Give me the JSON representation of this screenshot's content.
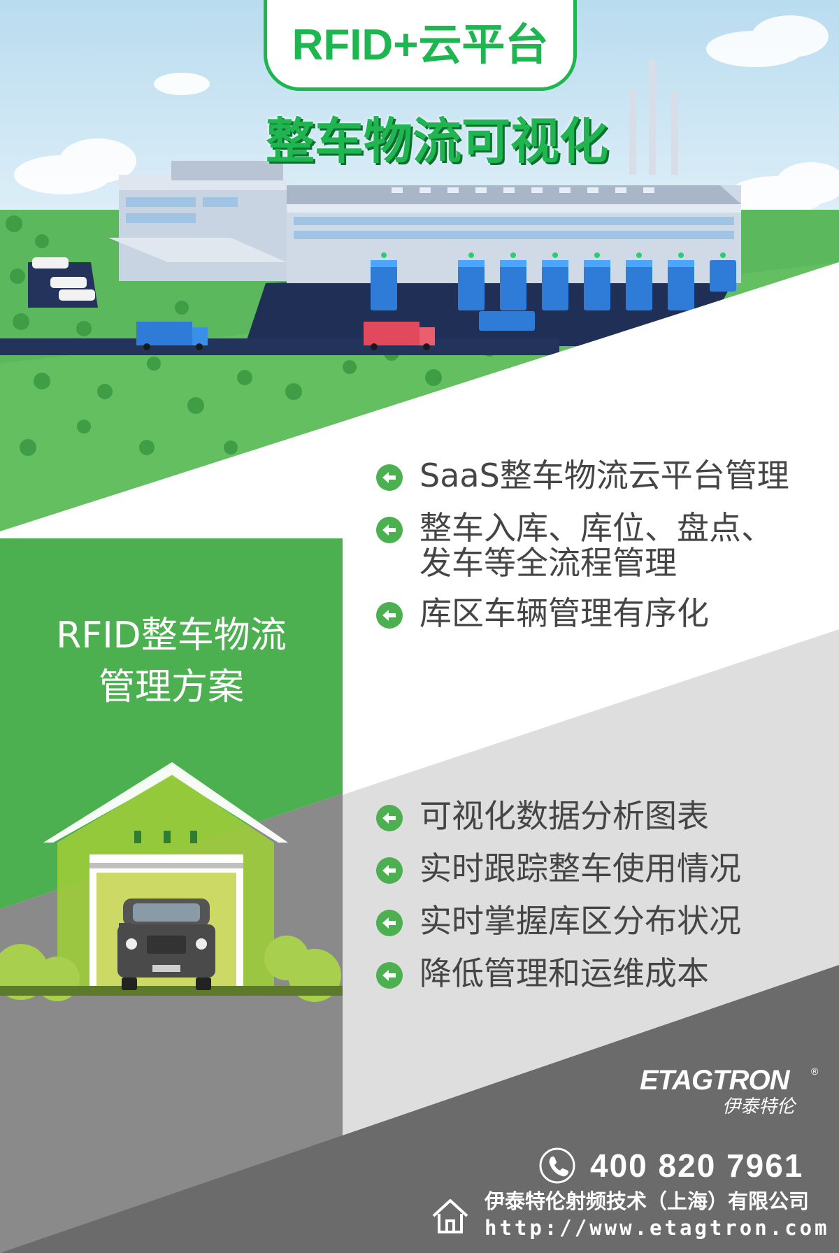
{
  "header": {
    "badge_title": "RFID+云平台",
    "headline": "整车物流可视化"
  },
  "section_title": {
    "line1": "RFID整车物流",
    "line2": "管理方案"
  },
  "features_top": [
    {
      "icon": "back-arrow-icon",
      "text": "SaaS整车物流云平台管理"
    },
    {
      "icon": "back-arrow-icon",
      "text": "整车入库、库位、盘点、发车等全流程管理"
    },
    {
      "icon": "back-arrow-icon",
      "text": "库区车辆管理有序化"
    }
  ],
  "features_bottom": [
    {
      "icon": "back-arrow-icon",
      "text": "可视化数据分析图表"
    },
    {
      "icon": "back-arrow-icon",
      "text": "实时跟踪整车使用情况"
    },
    {
      "icon": "back-arrow-icon",
      "text": "实时掌握库区分布状况"
    },
    {
      "icon": "back-arrow-icon",
      "text": "降低管理和运维成本"
    }
  ],
  "brand": {
    "logo_text": "ETAGTRON",
    "registered": "®",
    "logo_cn": "伊泰特伦"
  },
  "contact": {
    "phone_icon": "phone-icon",
    "phone": "400 820 7961",
    "home_icon": "home-icon",
    "company": "伊泰特伦射频技术（上海）有限公司",
    "website": "http://www.etagtron.com"
  },
  "colors": {
    "brand_green": "#4caf50",
    "accent_green": "#1fb550",
    "dark_gray": "#6b6b6b",
    "mid_gray": "#8a8a8a",
    "light_gray": "#dedede",
    "text_gray": "#454545",
    "sky": "#cfe8f5"
  }
}
